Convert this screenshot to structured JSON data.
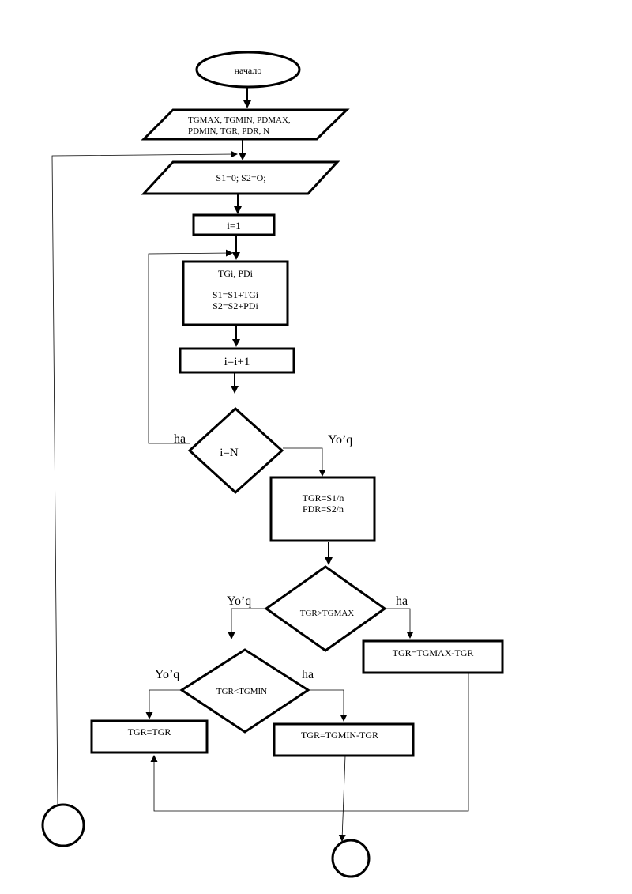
{
  "diagram": {
    "start": "начало",
    "input_1_line1": "TGMAX, TGMIN, PDMAX,",
    "input_1_line2": "PDMIN, TGR, PDR, N",
    "input_2": "S1=0; S2=O;",
    "init_i": "i=1",
    "loop_line1": "TGi,  PDi",
    "loop_line2": "S1=S1+TGi",
    "loop_line3": "S2=S2+PDi",
    "increment": "i=i+1",
    "cond_loop": "i=N",
    "cond_loop_yes": "ha",
    "cond_loop_no": "Yo’q",
    "avg_line1": "TGR=S1/n",
    "avg_line2": "PDR=S2/n",
    "cond_max": "TGR>TGMAX",
    "cond_max_no": "Yo’q",
    "cond_max_yes": "ha",
    "assign_max": "TGR=TGMAX-TGR",
    "cond_min": "TGR<TGMIN",
    "cond_min_no": "Yo’q",
    "cond_min_yes": "ha",
    "assign_tgr": "TGR=TGR",
    "assign_min": "TGR=TGMIN-TGR"
  }
}
